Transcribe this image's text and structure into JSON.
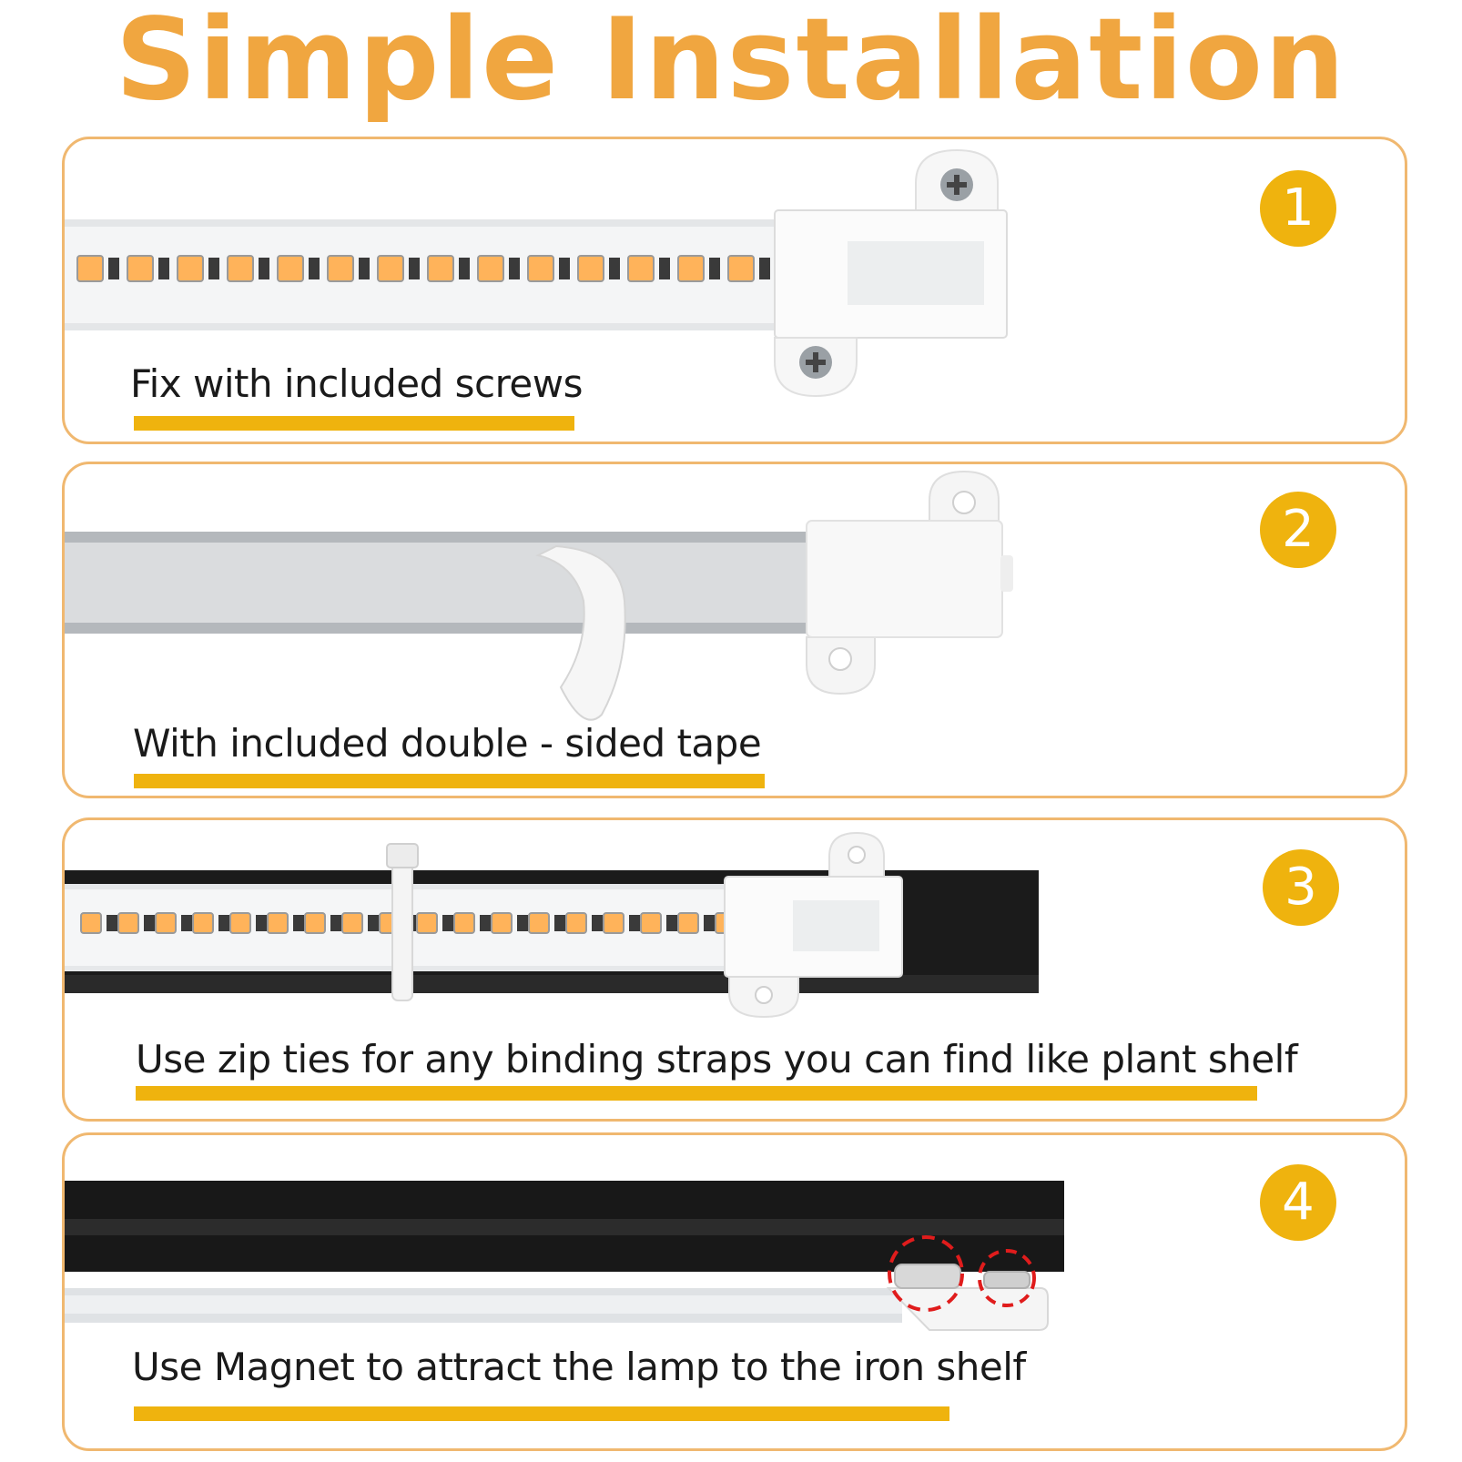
{
  "header": {
    "title": "Simple Installation"
  },
  "colors": {
    "accent": "#f0a640",
    "badge": "#efb30e",
    "underline": "#efb30e",
    "panel_border": "#f0b870",
    "led": "#ffb35a",
    "marker": "#e01c1c"
  },
  "steps": [
    {
      "number": "1",
      "caption": "Fix with included screws",
      "icon": "screw-mount-clip"
    },
    {
      "number": "2",
      "caption": "With included double - sided tape",
      "icon": "adhesive-tape"
    },
    {
      "number": "3",
      "caption": "Use zip ties for any binding straps you can find like plant shelf",
      "icon": "zip-tie"
    },
    {
      "number": "4",
      "caption": "Use Magnet  to attract the lamp to the iron shelf",
      "icon": "magnet"
    }
  ]
}
